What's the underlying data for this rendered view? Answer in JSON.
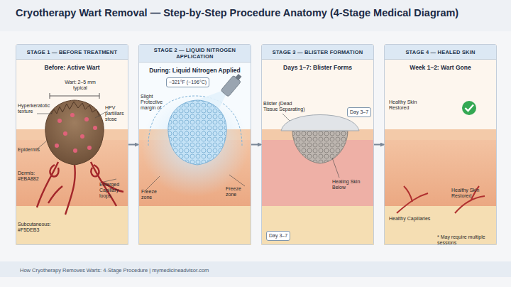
{
  "diagram": {
    "title": "Cryotherapy Wart Removal — Step-by-Step Procedure Anatomy (4-Stage Medical Diagram)",
    "caption": "How Cryotherapy Removes Warts: 4-Stage Procedure | mymedicineadvisor.com",
    "nodes": [
      {
        "text": [
          "STAGE 1 — BEFORE TREATMENT",
          "Before: Active Wart"
        ]
      },
      {
        "text": [
          "STAGE 2 — LIQUID NITROGEN APPLICATION",
          "During: Liquid Nitrogen Applied"
        ]
      },
      {
        "text": [
          "STAGE 3 — BLISTER FORMATION",
          "Days 1–7: Blister Forms"
        ]
      },
      {
        "text": [
          "STAGE 4 — HEALED SKIN",
          "Week 1–2: Wart Gone"
        ]
      },
      {
        "text": [
          "~321°F (~196°C)"
        ],
        "in": 1
      },
      {
        "text": [
          "Day 3–7"
        ],
        "in": 2
      },
      {
        "text": [
          "Day 3–7"
        ],
        "in": 2
      }
    ],
    "edges": [
      {
        "from": 0,
        "to": 1,
        "arrow": "to"
      },
      {
        "from": 1,
        "to": 2,
        "arrow": "to"
      },
      {
        "from": 2,
        "to": 3,
        "arrow": "to"
      }
    ],
    "labels": [
      "Wart: 2–5 mm typical",
      "Hyperkeratotic texture",
      "HPV partillars stose",
      "Epidermis",
      "Dermis: #EBA882",
      "Enlarged Capillary loops",
      "Subcutaneous: #F5DEB3",
      "Slight Protective margin of",
      "Freeze zone",
      "Freeze zone",
      "Blister (Dead Tissue Separating)",
      "Healing Skin Below",
      "Healthy Skin Restored",
      "Healthy Capillaries",
      "Healthy Skin Restored",
      "* May require multiple sessions"
    ]
  }
}
